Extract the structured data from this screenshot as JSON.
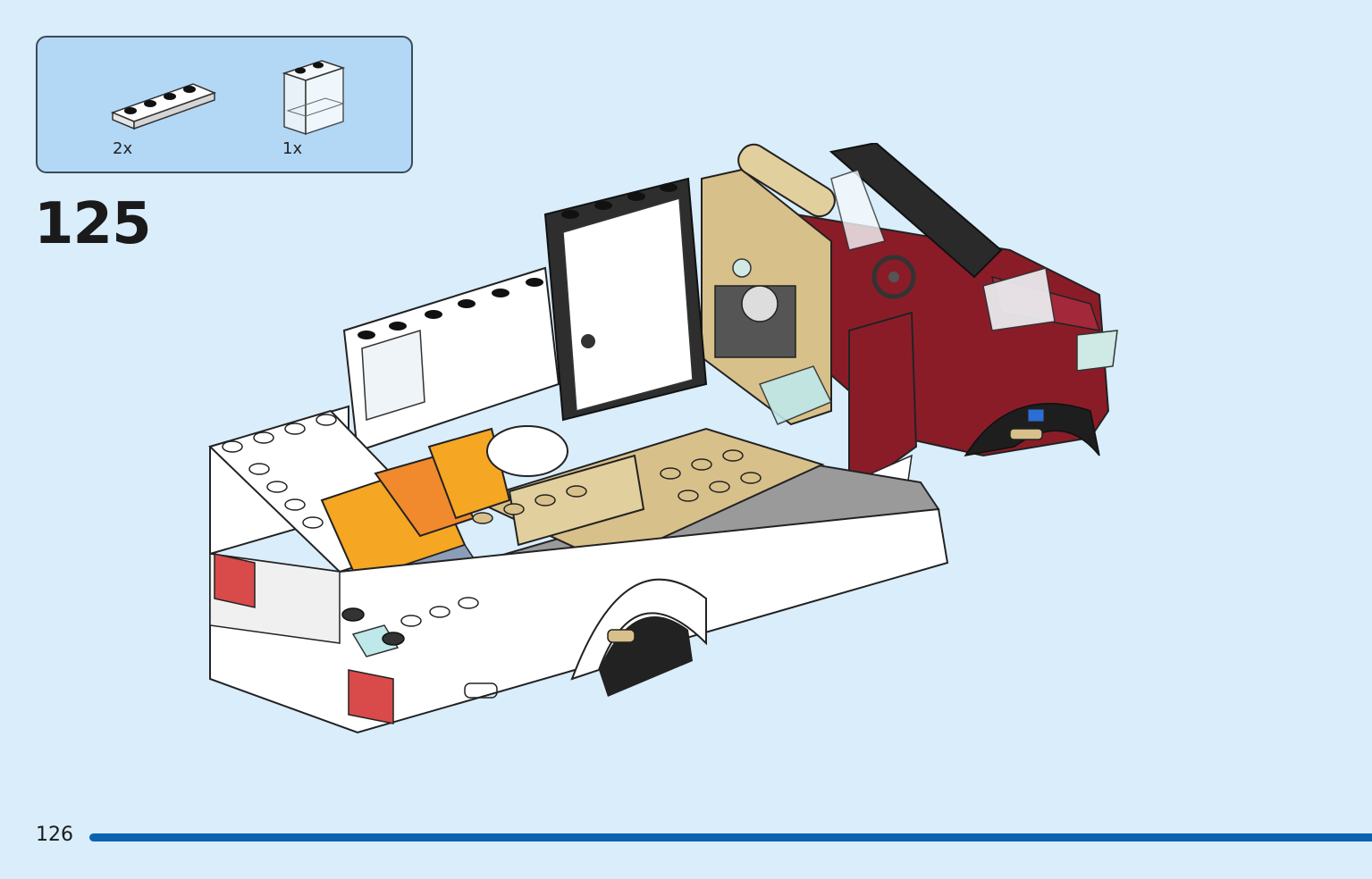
{
  "parts_callout": {
    "items": [
      {
        "quantity": "2x",
        "part": "white-plate-1x4-icon"
      },
      {
        "quantity": "1x",
        "part": "transparent-panel-1x2x2-icon"
      }
    ]
  },
  "step": {
    "number": "125"
  },
  "page": {
    "number": "126"
  },
  "colors": {
    "background": "#d9edfb",
    "callout_bg": "#b3d8f6",
    "progress": "#0a63b0",
    "dark_red": "#8a1c28",
    "tan": "#d8c08a",
    "orange": "#f5a623",
    "white": "#ffffff",
    "gray": "#9a9a9a"
  }
}
